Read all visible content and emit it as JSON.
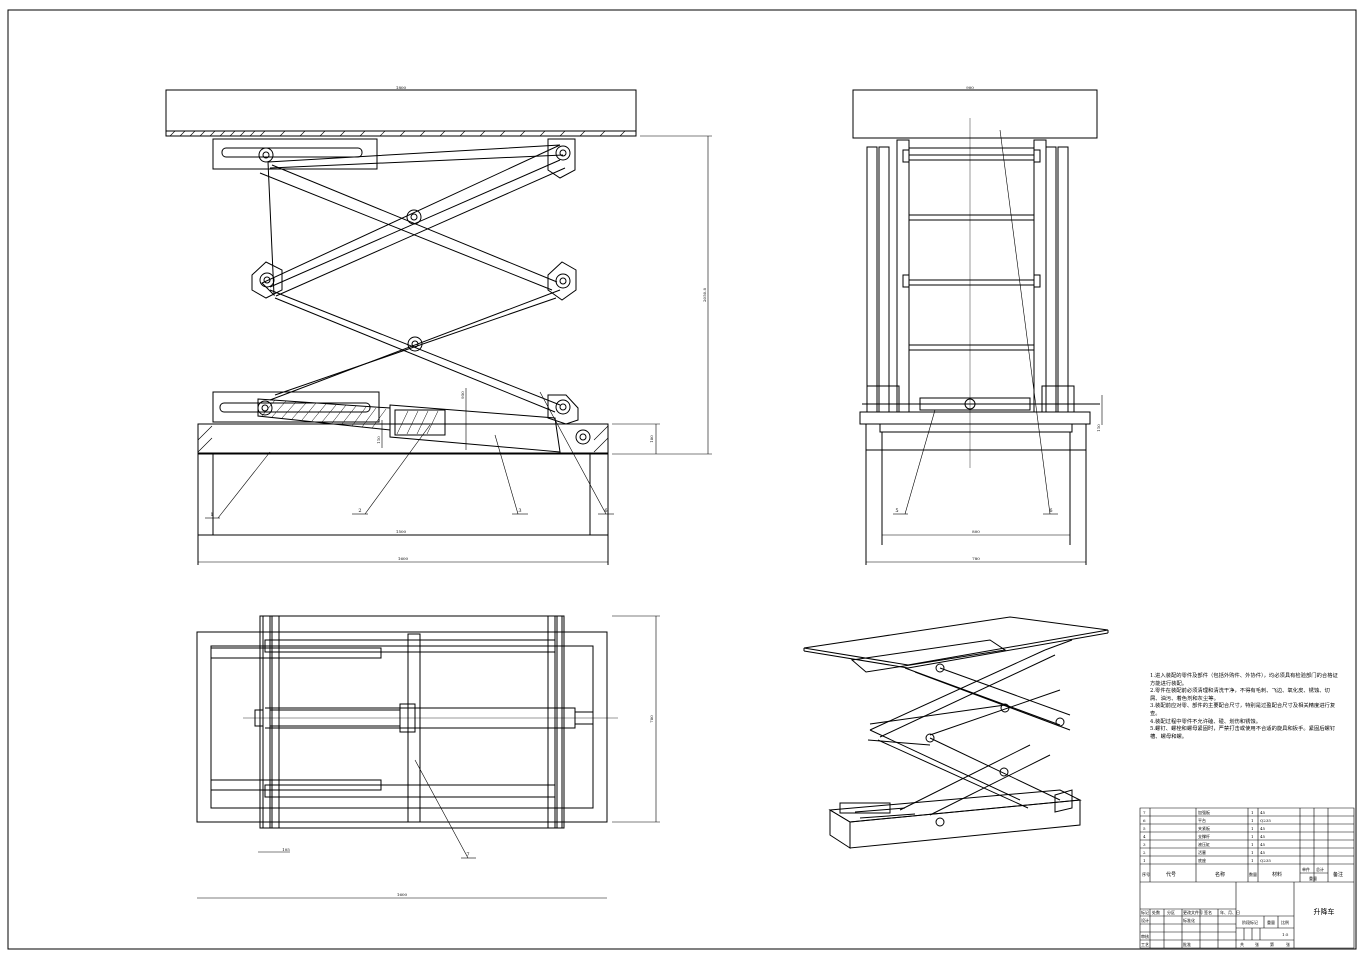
{
  "dims": {
    "front_top_width": "1800",
    "front_height": "2050.8",
    "front_cyl_label": "950",
    "front_base_height": "180",
    "front_inner_width": "1500",
    "front_base_width": "1600",
    "front_small_1": "110",
    "side_top_width": "900",
    "side_inner_width": "800",
    "side_base_width": "780",
    "side_small_1": "110",
    "plan_width": "1600",
    "plan_height": "780",
    "plan_small": "105"
  },
  "balloons": {
    "front": [
      "1",
      "2",
      "3",
      "6"
    ],
    "side": [
      "5",
      "6"
    ],
    "plan": [
      "7"
    ]
  },
  "notes": [
    "1.进入装配的零件及部件（包括外购件、外协件），均必须具有检验部门的合格证方能进行装配。",
    "2.零件在装配前必须清理和清洗干净，不得有毛刺、飞边、氧化皮、锈蚀、切屑、油污、着色剂和灰尘等。",
    "3.装配前应对零、部件的主要配合尺寸，特别是过盈配合尺寸及相关精度进行复查。",
    "4.装配过程中零件不允许磕、碰、划伤和锈蚀。",
    "5.螺钉、螺栓和螺母紧固时，严禁打击或使用不合适的旋具和扳手。紧固后螺钉槽、螺母和螺。"
  ],
  "title_block": {
    "parts": [
      {
        "name": "加强板",
        "qty": "1",
        "material": "45"
      },
      {
        "name": "平台",
        "qty": "1",
        "material": "Q235"
      },
      {
        "name": "夹紧板",
        "qty": "1",
        "material": "45"
      },
      {
        "name": "支撑杆",
        "qty": "1",
        "material": "45"
      },
      {
        "name": "液压缸",
        "qty": "1",
        "material": "45"
      },
      {
        "name": "活塞",
        "qty": "1",
        "material": "45"
      },
      {
        "name": "底座",
        "qty": "1",
        "material": "Q235"
      }
    ],
    "header": {
      "seq": "序号",
      "code": "代号",
      "name": "名称",
      "qty": "数量",
      "material": "材料",
      "unit_weight": "单件",
      "total_weight": "总计",
      "weight": "重量",
      "remarks": "备注"
    },
    "drawing_title": "升降车",
    "sign_labels": [
      "标记",
      "处数",
      "分区",
      "更改文件号",
      "签名",
      "年、月、日"
    ],
    "role_labels": [
      "设计",
      "标准化",
      "审核",
      "工艺",
      "批准"
    ],
    "stage_labels": [
      "阶段标记",
      "重量",
      "比例"
    ],
    "scale": "1:5",
    "sheet_labels": [
      "共",
      "张",
      "第",
      "张"
    ]
  }
}
